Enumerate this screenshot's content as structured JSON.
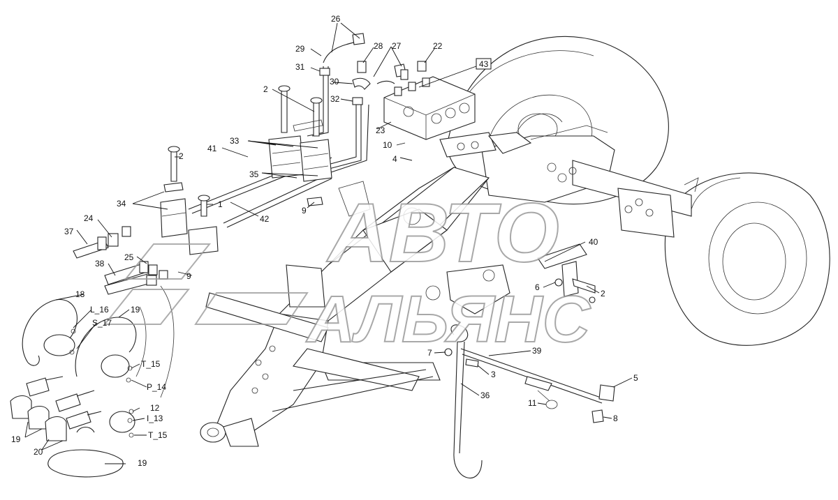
{
  "watermark": {
    "line1": "АВТО",
    "line2": "АЛЬЯНС"
  },
  "callouts": {
    "c26": "26",
    "c29": "29",
    "c28": "28",
    "c27": "27",
    "c22": "22",
    "c43": "43",
    "c31": "31",
    "c30": "30",
    "c32": "32",
    "c2a": "2",
    "c23": "23",
    "c10": "10",
    "c4": "4",
    "c41": "41",
    "c33": "33",
    "c2b": "2",
    "c35": "35",
    "c34": "34",
    "c1": "1",
    "c9a": "9",
    "c42": "42",
    "c24": "24",
    "c37": "37",
    "c25": "25",
    "c38": "38",
    "c9b": "9",
    "c40": "40",
    "c6": "6",
    "c2c": "2",
    "c18": "18",
    "cL16": "L_16",
    "cS17": "S_17",
    "c19a": "19",
    "cT15a": "T_15",
    "cP14": "P_14",
    "c12": "12",
    "cI13": "I_13",
    "cT15b": "T_15",
    "c19b": "19",
    "c20": "20",
    "c19c": "19",
    "c7": "7",
    "c39": "39",
    "c3": "3",
    "c36": "36",
    "c5": "5",
    "c11": "11",
    "c8": "8"
  }
}
